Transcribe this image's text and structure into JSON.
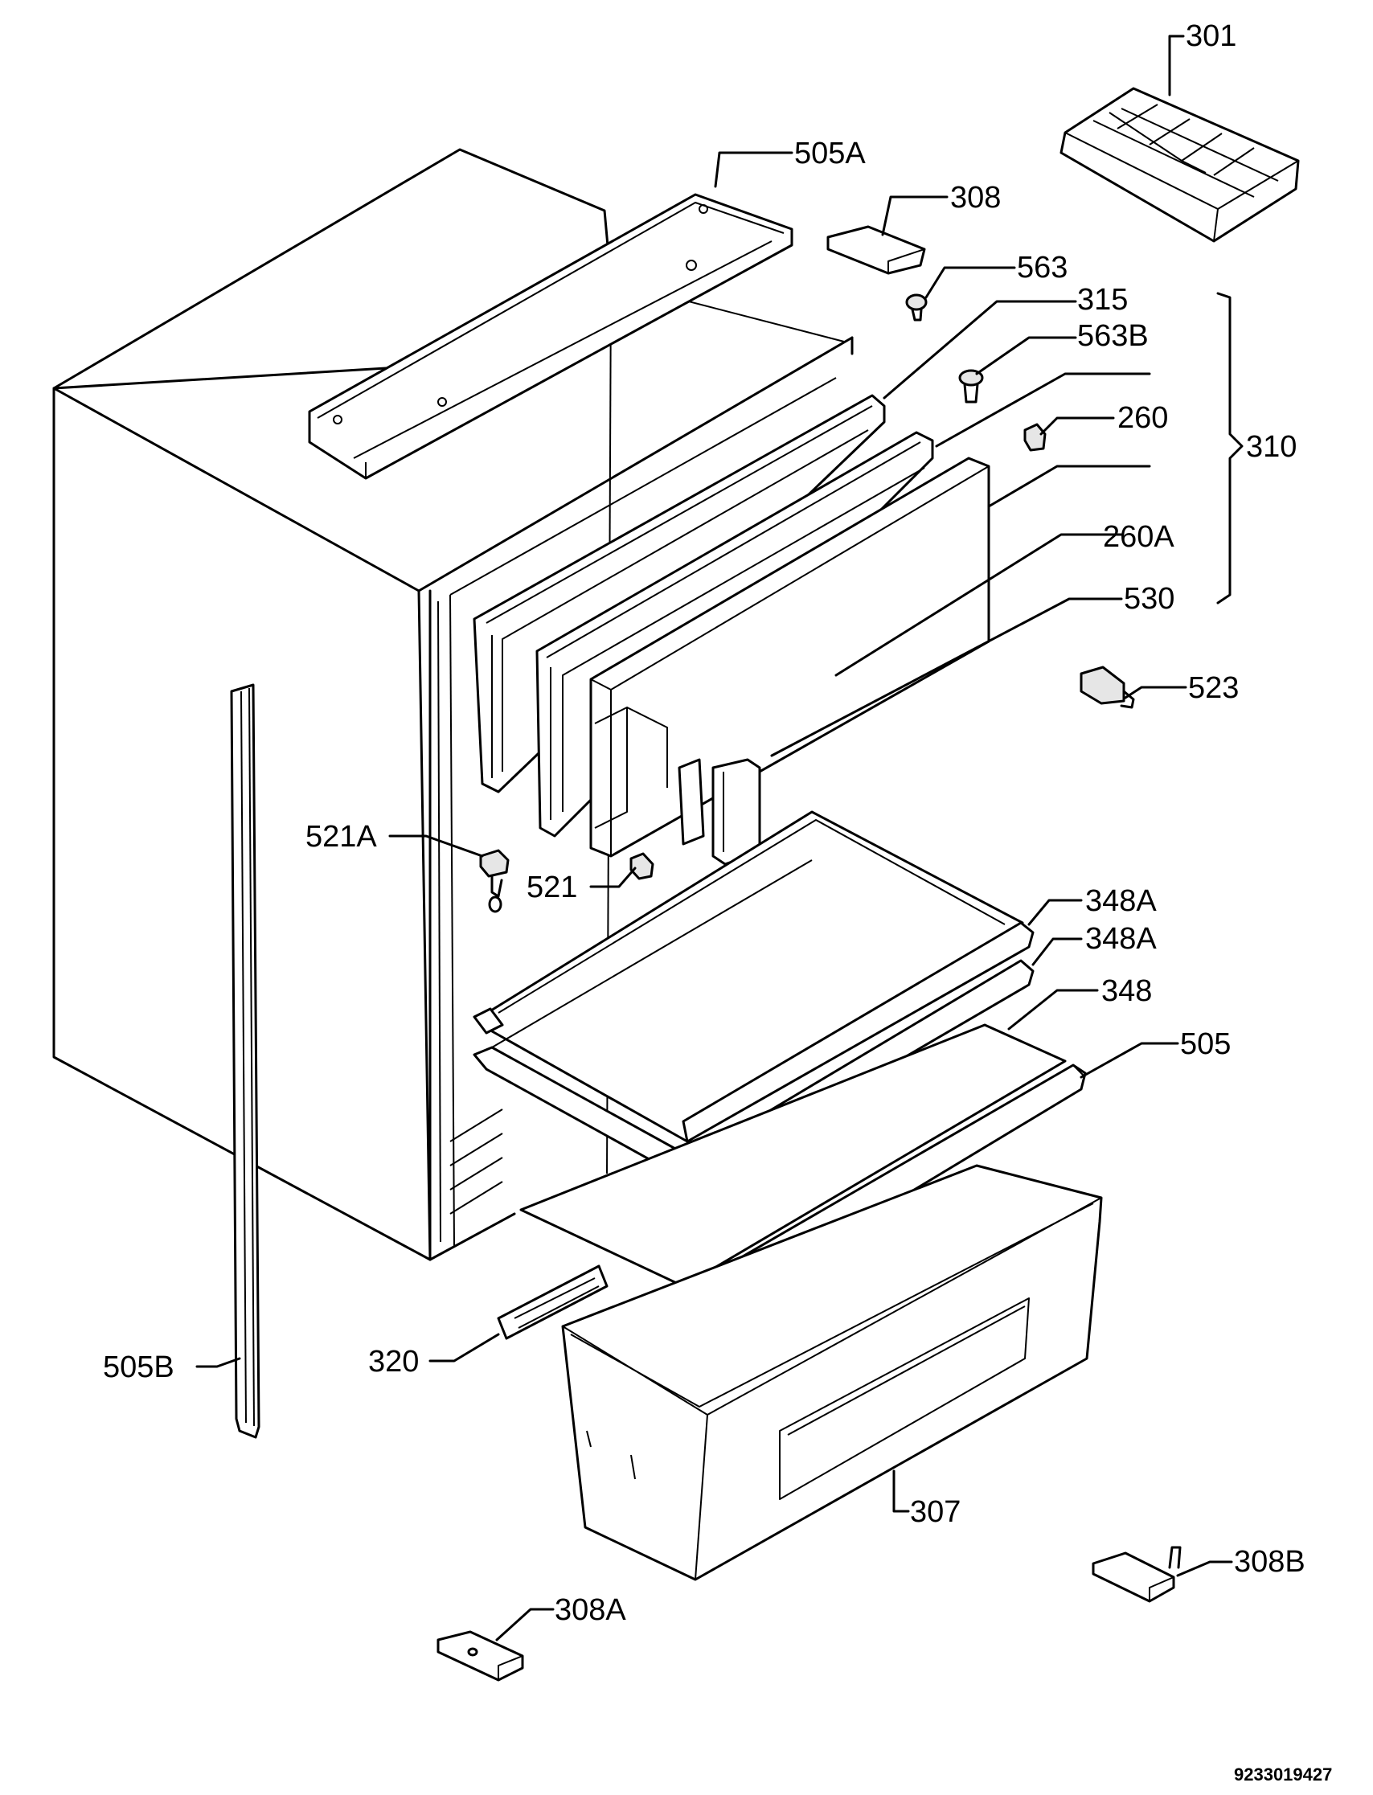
{
  "reference_number": "9233019427",
  "callouts": [
    {
      "id": "301",
      "label": "301"
    },
    {
      "id": "505A",
      "label": "505A"
    },
    {
      "id": "308",
      "label": "308"
    },
    {
      "id": "563",
      "label": "563"
    },
    {
      "id": "315",
      "label": "315"
    },
    {
      "id": "563B",
      "label": "563B"
    },
    {
      "id": "260",
      "label": "260"
    },
    {
      "id": "310",
      "label": "310"
    },
    {
      "id": "260A",
      "label": "260A"
    },
    {
      "id": "530",
      "label": "530"
    },
    {
      "id": "523",
      "label": "523"
    },
    {
      "id": "521A",
      "label": "521A"
    },
    {
      "id": "521",
      "label": "521"
    },
    {
      "id": "348A_1",
      "label": "348A"
    },
    {
      "id": "348A_2",
      "label": "348A"
    },
    {
      "id": "348",
      "label": "348"
    },
    {
      "id": "505",
      "label": "505"
    },
    {
      "id": "320",
      "label": "320"
    },
    {
      "id": "505B",
      "label": "505B"
    },
    {
      "id": "307",
      "label": "307"
    },
    {
      "id": "308B",
      "label": "308B"
    },
    {
      "id": "308A",
      "label": "308A"
    }
  ]
}
